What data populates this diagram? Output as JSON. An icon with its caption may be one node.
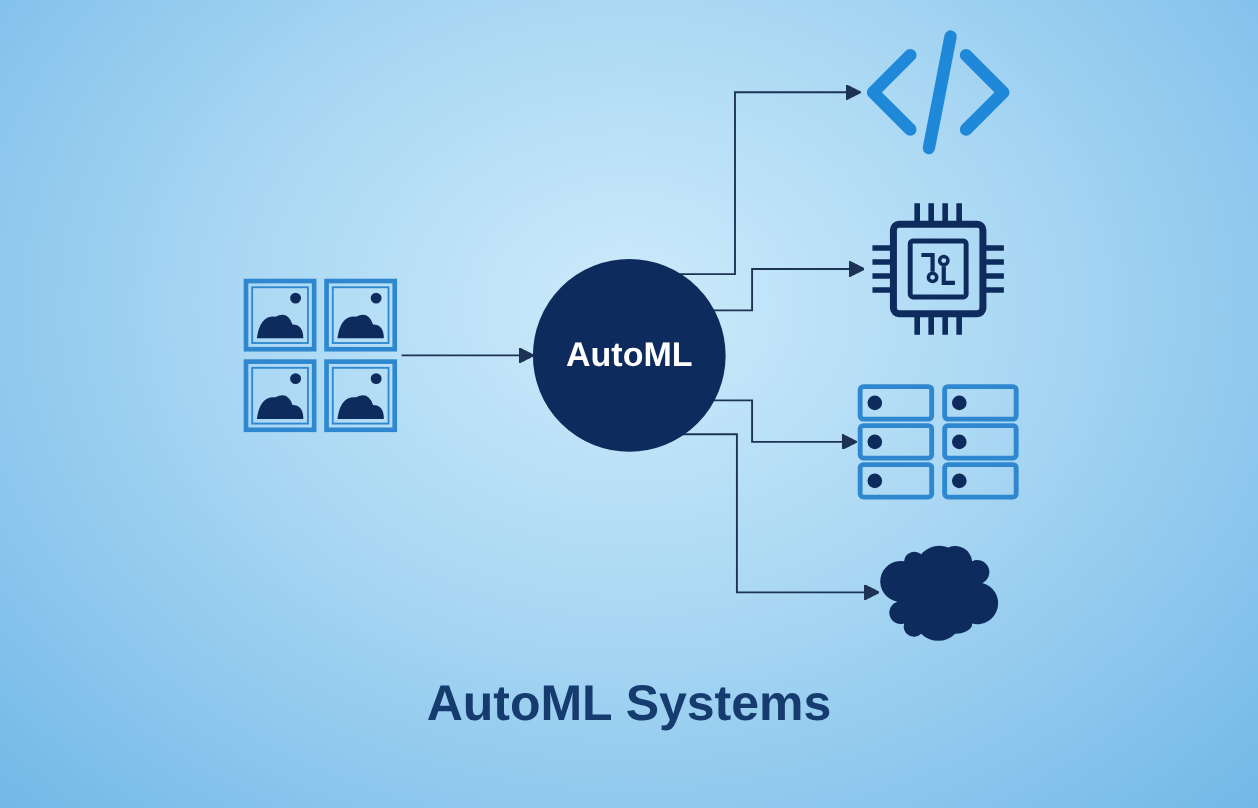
{
  "diagram": {
    "title": "AutoML Systems",
    "nodes": [
      {
        "text": [],
        "shape": "picture"
      },
      {
        "text": [
          "AutoML"
        ]
      },
      {
        "text": [],
        "shape": "picture"
      },
      {
        "text": [],
        "shape": "picture"
      },
      {
        "text": [],
        "shape": "picture"
      },
      {
        "text": [],
        "shape": "cloud"
      }
    ],
    "edges": [
      {
        "from": 0,
        "to": 1,
        "arrow": "to"
      },
      {
        "from": 1,
        "to": 2,
        "arrow": "to"
      },
      {
        "from": 1,
        "to": 3,
        "arrow": "to"
      },
      {
        "from": 1,
        "to": 4,
        "arrow": "to"
      },
      {
        "from": 1,
        "to": 5,
        "arrow": "to"
      }
    ]
  }
}
